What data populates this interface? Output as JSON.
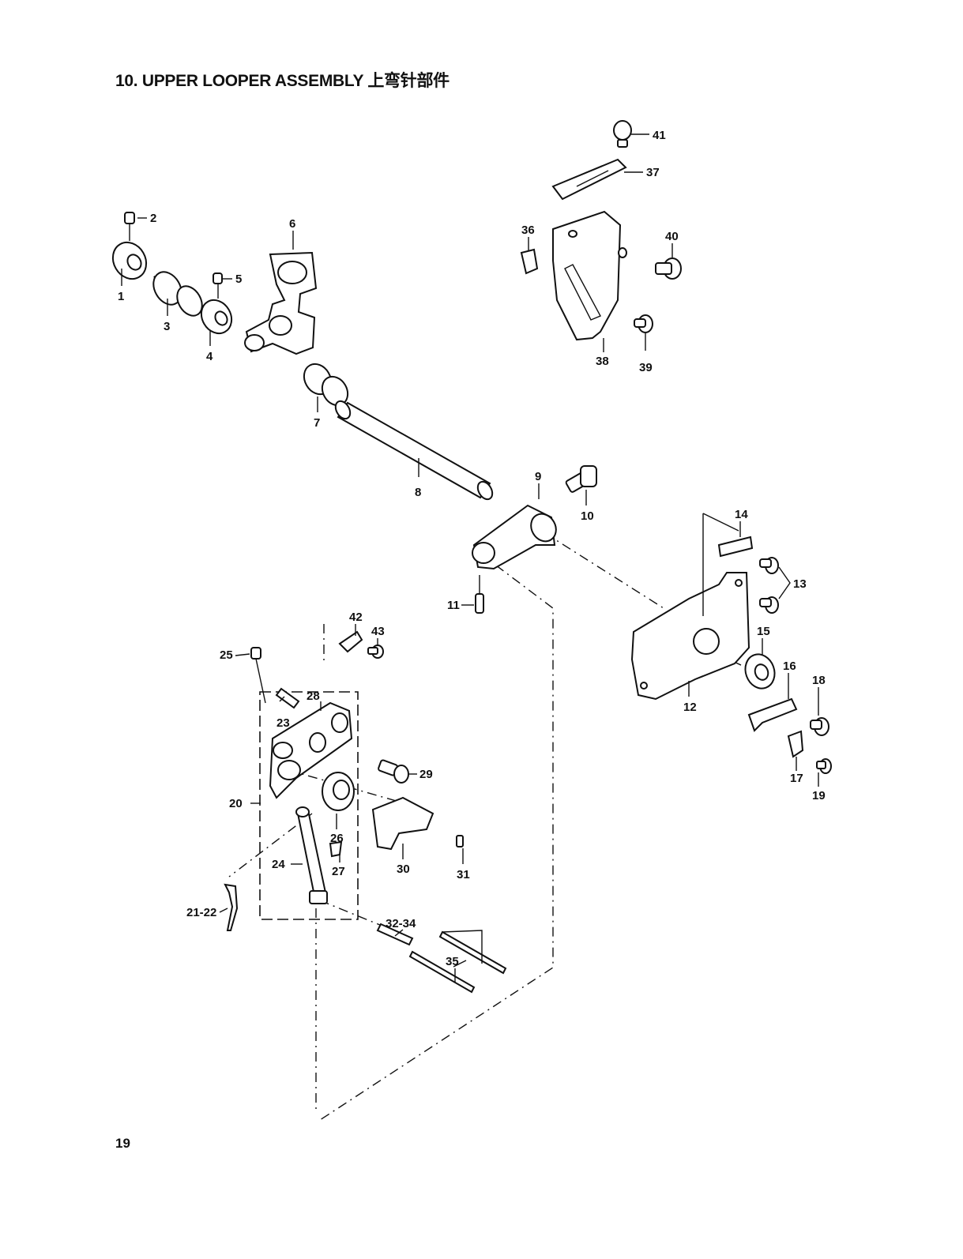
{
  "title": "10. UPPER LOOPER ASSEMBLY 上弯针部件",
  "page_number": "19",
  "callouts": [
    "1",
    "2",
    "3",
    "4",
    "5",
    "6",
    "7",
    "8",
    "9",
    "10",
    "11",
    "12",
    "13",
    "14",
    "15",
    "16",
    "17",
    "18",
    "19",
    "20",
    "21-22",
    "23",
    "24",
    "25",
    "26",
    "27",
    "28",
    "29",
    "30",
    "31",
    "32-34",
    "35",
    "36",
    "37",
    "38",
    "39",
    "40",
    "41",
    "42",
    "43"
  ]
}
